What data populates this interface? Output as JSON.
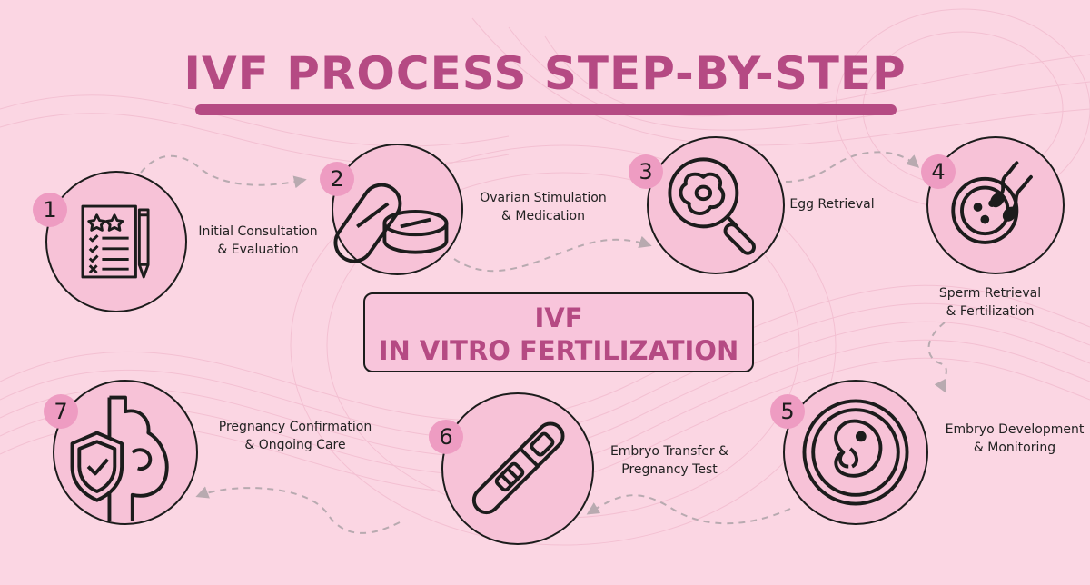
{
  "title": "IVF PROCESS STEP-BY-STEP",
  "center": {
    "line1": "IVF",
    "line2": "IN VITRO FERTILIZATION"
  },
  "colors": {
    "accent": "#b54a83",
    "background": "#fbd6e3",
    "node_fill": "#f7c2d7",
    "badge": "#ee9cc2"
  },
  "steps": [
    {
      "number": "1",
      "label_line1": "Initial Consultation",
      "label_line2": "& Evaluation",
      "icon": "checklist-clipboard-icon"
    },
    {
      "number": "2",
      "label_line1": "Ovarian Stimulation",
      "label_line2": "& Medication",
      "icon": "pills-icon"
    },
    {
      "number": "3",
      "label_line1": "Egg Retrieval",
      "label_line2": "",
      "icon": "egg-magnifier-icon"
    },
    {
      "number": "4",
      "label_line1": "Sperm Retrieval",
      "label_line2": "& Fertilization",
      "icon": "sperm-egg-icon"
    },
    {
      "number": "5",
      "label_line1": "Embryo Development",
      "label_line2": "& Monitoring",
      "icon": "embryo-icon"
    },
    {
      "number": "6",
      "label_line1": "Embryo Transfer &",
      "label_line2": "Pregnancy Test",
      "icon": "pregnancy-test-icon"
    },
    {
      "number": "7",
      "label_line1": "Pregnancy Confirmation",
      "label_line2": "& Ongoing Care",
      "icon": "pregnant-shield-icon"
    }
  ]
}
